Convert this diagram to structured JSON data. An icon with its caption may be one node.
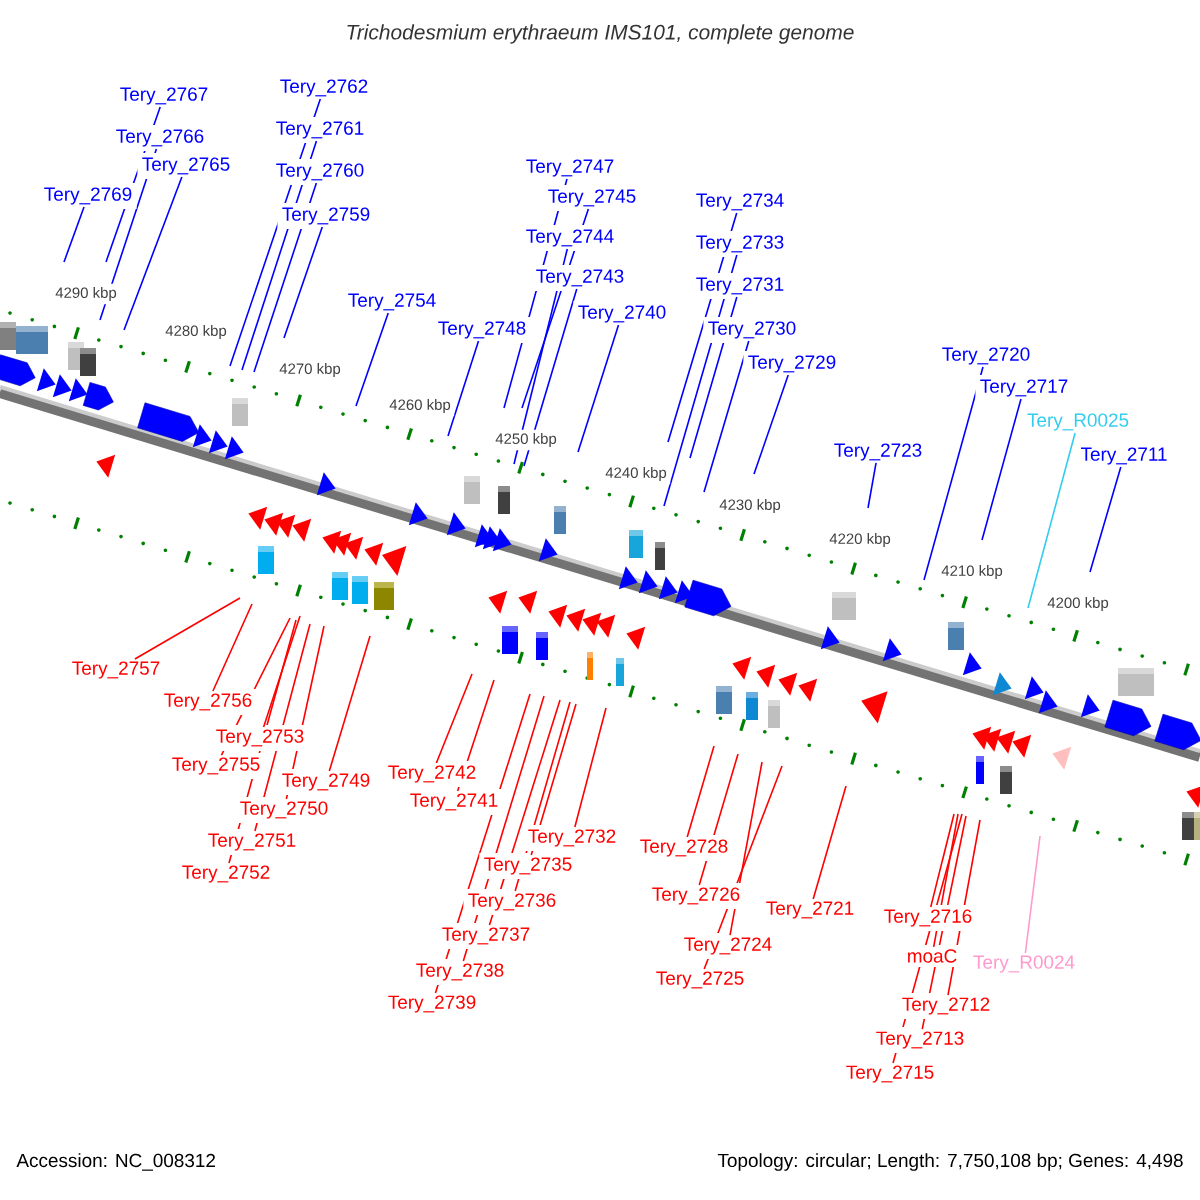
{
  "diagram": {
    "title": "Trichodesmium erythraeum IMS101, complete genome",
    "nodes": [
      {
        "text": [
          "Tery_2762"
        ]
      },
      {
        "text": [
          "Tery_2767"
        ]
      },
      {
        "text": [
          "Tery_2761"
        ]
      },
      {
        "text": [
          "Tery_2766"
        ]
      },
      {
        "text": [
          "Tery_2747"
        ]
      },
      {
        "text": [
          "Tery_2765"
        ]
      },
      {
        "text": [
          "Tery_2760"
        ]
      },
      {
        "text": [
          "Tery_2769"
        ]
      },
      {
        "text": [
          "Tery_2745"
        ]
      },
      {
        "text": [
          "Tery_2734"
        ]
      },
      {
        "text": [
          "Tery_2759"
        ]
      },
      {
        "text": [
          "Tery_2744"
        ]
      },
      {
        "text": [
          "Tery_2733"
        ]
      },
      {
        "text": [
          "Tery_2743"
        ]
      },
      {
        "text": [
          "Tery_2731"
        ]
      },
      {
        "text": [
          "Tery_2754"
        ]
      },
      {
        "text": [
          "Tery_2740"
        ]
      },
      {
        "text": [
          "Tery_2730"
        ]
      },
      {
        "text": [
          "Tery_2748"
        ]
      },
      {
        "text": [
          "Tery_2720"
        ]
      },
      {
        "text": [
          "Tery_2729"
        ]
      },
      {
        "text": [
          "Tery_2717"
        ]
      },
      {
        "text": [
          "Tery_R0025"
        ]
      },
      {
        "text": [
          "Tery_2723"
        ]
      },
      {
        "text": [
          "Tery_2711"
        ]
      },
      {
        "text": [
          "Tery_2757"
        ]
      },
      {
        "text": [
          "Tery_2756"
        ]
      },
      {
        "text": [
          "Tery_2753"
        ]
      },
      {
        "text": [
          "Tery_2755"
        ]
      },
      {
        "text": [
          "Tery_2749"
        ]
      },
      {
        "text": [
          "Tery_2742"
        ]
      },
      {
        "text": [
          "Tery_2741"
        ]
      },
      {
        "text": [
          "Tery_2750"
        ]
      },
      {
        "text": [
          "Tery_2732"
        ]
      },
      {
        "text": [
          "Tery_2751"
        ]
      },
      {
        "text": [
          "Tery_2728"
        ]
      },
      {
        "text": [
          "Tery_2735"
        ]
      },
      {
        "text": [
          "Tery_2752"
        ]
      },
      {
        "text": [
          "Tery_2726"
        ]
      },
      {
        "text": [
          "Tery_2736"
        ]
      },
      {
        "text": [
          "Tery_2721"
        ]
      },
      {
        "text": [
          "Tery_2716"
        ]
      },
      {
        "text": [
          "Tery_2737"
        ]
      },
      {
        "text": [
          "Tery_2724"
        ]
      },
      {
        "text": [
          "moaC"
        ]
      },
      {
        "text": [
          "Tery_R0024"
        ]
      },
      {
        "text": [
          "Tery_2738"
        ]
      },
      {
        "text": [
          "Tery_2725"
        ]
      },
      {
        "text": [
          "Tery_2712"
        ]
      },
      {
        "text": [
          "Tery_2739"
        ]
      },
      {
        "text": [
          "Tery_2713"
        ]
      },
      {
        "text": [
          "Tery_2715"
        ]
      }
    ],
    "edges": [
      {
        "from": 0,
        "to": null,
        "arrow": "none",
        "color": "#0000ff"
      },
      {
        "from": 1,
        "to": null,
        "arrow": "none",
        "color": "#0000ff"
      },
      {
        "from": 2,
        "to": null,
        "arrow": "none",
        "color": "#0000ff"
      },
      {
        "from": 3,
        "to": null,
        "arrow": "none",
        "color": "#0000ff"
      },
      {
        "from": 4,
        "to": null,
        "arrow": "none",
        "color": "#0000ff"
      },
      {
        "from": 5,
        "to": null,
        "arrow": "none",
        "color": "#0000ff"
      },
      {
        "from": 6,
        "to": null,
        "arrow": "none",
        "color": "#0000ff"
      },
      {
        "from": 7,
        "to": null,
        "arrow": "none",
        "color": "#0000ff"
      },
      {
        "from": 8,
        "to": null,
        "arrow": "none",
        "color": "#0000ff"
      },
      {
        "from": 9,
        "to": null,
        "arrow": "none",
        "color": "#0000ff"
      },
      {
        "from": 10,
        "to": null,
        "arrow": "none",
        "color": "#0000ff"
      },
      {
        "from": 11,
        "to": null,
        "arrow": "none",
        "color": "#0000ff"
      },
      {
        "from": 12,
        "to": null,
        "arrow": "none",
        "color": "#0000ff"
      },
      {
        "from": 13,
        "to": null,
        "arrow": "none",
        "color": "#0000ff"
      },
      {
        "from": 14,
        "to": null,
        "arrow": "none",
        "color": "#0000ff"
      },
      {
        "from": 15,
        "to": null,
        "arrow": "none",
        "color": "#0000ff"
      },
      {
        "from": 16,
        "to": null,
        "arrow": "none",
        "color": "#0000ff"
      },
      {
        "from": 17,
        "to": null,
        "arrow": "none",
        "color": "#0000ff"
      },
      {
        "from": 18,
        "to": null,
        "arrow": "none",
        "color": "#0000ff"
      },
      {
        "from": 19,
        "to": null,
        "arrow": "none",
        "color": "#0000ff"
      },
      {
        "from": 20,
        "to": null,
        "arrow": "none",
        "color": "#0000ff"
      },
      {
        "from": 21,
        "to": null,
        "arrow": "none",
        "color": "#0000ff"
      },
      {
        "from": 22,
        "to": null,
        "arrow": "none",
        "color": "#33ccee"
      },
      {
        "from": 23,
        "to": null,
        "arrow": "none",
        "color": "#0000ff"
      },
      {
        "from": 24,
        "to": null,
        "arrow": "none",
        "color": "#0000ff"
      },
      {
        "from": 25,
        "to": null,
        "arrow": "none",
        "color": "#ff0000"
      },
      {
        "from": 26,
        "to": null,
        "arrow": "none",
        "color": "#ff0000"
      },
      {
        "from": 27,
        "to": null,
        "arrow": "none",
        "color": "#ff0000"
      },
      {
        "from": 28,
        "to": null,
        "arrow": "none",
        "color": "#ff0000"
      },
      {
        "from": 29,
        "to": null,
        "arrow": "none",
        "color": "#ff0000"
      },
      {
        "from": 30,
        "to": null,
        "arrow": "none",
        "color": "#ff0000"
      },
      {
        "from": 31,
        "to": null,
        "arrow": "none",
        "color": "#ff0000"
      },
      {
        "from": 32,
        "to": null,
        "arrow": "none",
        "color": "#ff0000"
      },
      {
        "from": 33,
        "to": null,
        "arrow": "none",
        "color": "#ff0000"
      },
      {
        "from": 34,
        "to": null,
        "arrow": "none",
        "color": "#ff0000"
      },
      {
        "from": 35,
        "to": null,
        "arrow": "none",
        "color": "#ff0000"
      },
      {
        "from": 36,
        "to": null,
        "arrow": "none",
        "color": "#ff0000"
      },
      {
        "from": 37,
        "to": null,
        "arrow": "none",
        "color": "#ff0000"
      },
      {
        "from": 38,
        "to": null,
        "arrow": "none",
        "color": "#ff0000"
      },
      {
        "from": 39,
        "to": null,
        "arrow": "none",
        "color": "#ff0000"
      },
      {
        "from": 40,
        "to": null,
        "arrow": "none",
        "color": "#ff0000"
      },
      {
        "from": 41,
        "to": null,
        "arrow": "none",
        "color": "#ff0000"
      },
      {
        "from": 42,
        "to": null,
        "arrow": "none",
        "color": "#ff0000"
      },
      {
        "from": 43,
        "to": null,
        "arrow": "none",
        "color": "#ff0000"
      },
      {
        "from": 44,
        "to": null,
        "arrow": "none",
        "color": "#ff0000"
      },
      {
        "from": 45,
        "to": null,
        "arrow": "none",
        "color": "#ff99cc"
      },
      {
        "from": 46,
        "to": null,
        "arrow": "none",
        "color": "#ff0000"
      },
      {
        "from": 47,
        "to": null,
        "arrow": "none",
        "color": "#ff0000"
      },
      {
        "from": 48,
        "to": null,
        "arrow": "none",
        "color": "#ff0000"
      },
      {
        "from": 49,
        "to": null,
        "arrow": "none",
        "color": "#ff0000"
      },
      {
        "from": 50,
        "to": null,
        "arrow": "none",
        "color": "#ff0000"
      },
      {
        "from": 51,
        "to": null,
        "arrow": "none",
        "color": "#ff0000"
      }
    ],
    "labels": [
      "4290 kbp",
      "4280 kbp",
      "4270 kbp",
      "4260 kbp",
      "4250 kbp",
      "4240 kbp",
      "4230 kbp",
      "4220 kbp",
      "4210 kbp",
      "4200 kbp",
      "Accession: NC_008312",
      "Topology: circular; Length: 7,750,108 bp; Genes: 4,498"
    ]
  }
}
